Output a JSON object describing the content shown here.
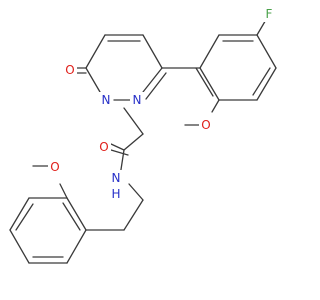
{
  "structure": {
    "atoms": {
      "F": {
        "symbol": "F",
        "color": "#4aa14a"
      },
      "O_ketone": {
        "symbol": "O",
        "color": "#e0201b"
      },
      "N1": {
        "symbol": "N",
        "color": "#2730c8"
      },
      "N2": {
        "symbol": "N",
        "color": "#2730c8"
      },
      "O_amide": {
        "symbol": "O",
        "color": "#e0201b"
      },
      "O_methoxy_aryl": {
        "symbol": "O",
        "color": "#e0201b"
      },
      "NH_amide": {
        "symbol": "N",
        "sublabel": "H",
        "color": "#2730c8"
      },
      "O_methoxy_phenyl": {
        "symbol": "O",
        "color": "#e0201b"
      }
    },
    "bond_color": "#3a3a3a"
  }
}
